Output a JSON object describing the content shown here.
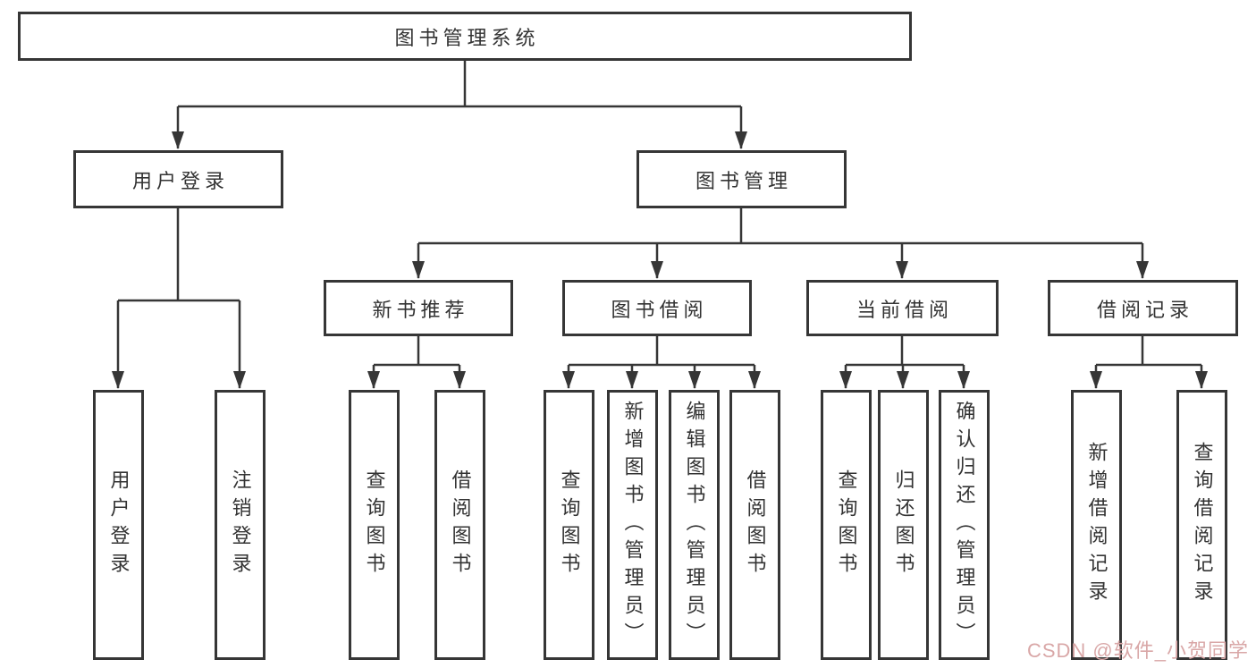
{
  "diagram": {
    "type": "hierarchy-tree",
    "colors": {
      "line": "#363636",
      "box_border": "#363636",
      "text": "#333333",
      "background": "#ffffff",
      "watermark": "#d9a7a7"
    },
    "tree": {
      "label": "图书管理系统",
      "children": [
        {
          "label": "用户登录",
          "children": [
            {
              "label": "用户登录"
            },
            {
              "label": "注销登录"
            }
          ]
        },
        {
          "label": "图书管理",
          "children": [
            {
              "label": "新书推荐",
              "children": [
                {
                  "label": "查询图书"
                },
                {
                  "label": "借阅图书"
                }
              ]
            },
            {
              "label": "图书借阅",
              "children": [
                {
                  "label": "查询图书"
                },
                {
                  "label": "新增图书（管理员）"
                },
                {
                  "label": "编辑图书（管理员）"
                },
                {
                  "label": "借阅图书"
                }
              ]
            },
            {
              "label": "当前借阅",
              "children": [
                {
                  "label": "查询图书"
                },
                {
                  "label": "归还图书"
                },
                {
                  "label": "确认归还（管理员）"
                }
              ]
            },
            {
              "label": "借阅记录",
              "children": [
                {
                  "label": "新增借阅记录"
                },
                {
                  "label": "查询借阅记录"
                }
              ]
            }
          ]
        }
      ]
    },
    "watermark": {
      "text": "CSDN @软件_小贺同学"
    }
  }
}
